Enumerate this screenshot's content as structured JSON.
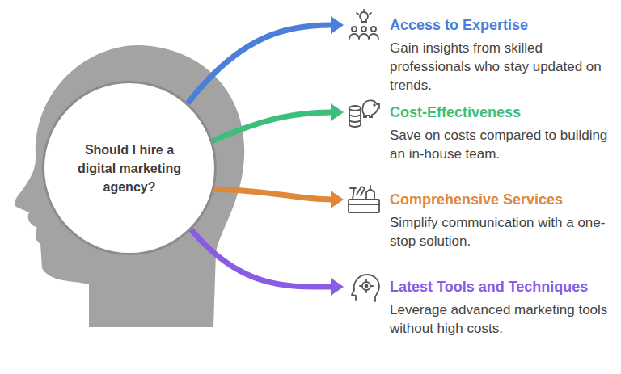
{
  "diagram": {
    "nodes": [
      {
        "text": [
          "Should I hire a digital marketing agency?"
        ]
      },
      {
        "text": [
          "Access to Expertise",
          "Gain insights from skilled professionals who stay updated on trends."
        ]
      },
      {
        "text": [
          "Cost-Effectiveness",
          "Save on costs compared to building an in-house team."
        ]
      },
      {
        "text": [
          "Comprehensive Services",
          "Simplify communication with a one-stop solution."
        ]
      },
      {
        "text": [
          "Latest Tools and Techniques",
          "Leverage advanced marketing tools without high costs."
        ]
      }
    ],
    "edges": [
      {
        "from": 0,
        "to": 1,
        "arrow": "to"
      },
      {
        "from": 0,
        "to": 2,
        "arrow": "to"
      },
      {
        "from": 0,
        "to": 3,
        "arrow": "to"
      },
      {
        "from": 0,
        "to": 4,
        "arrow": "to"
      }
    ]
  }
}
